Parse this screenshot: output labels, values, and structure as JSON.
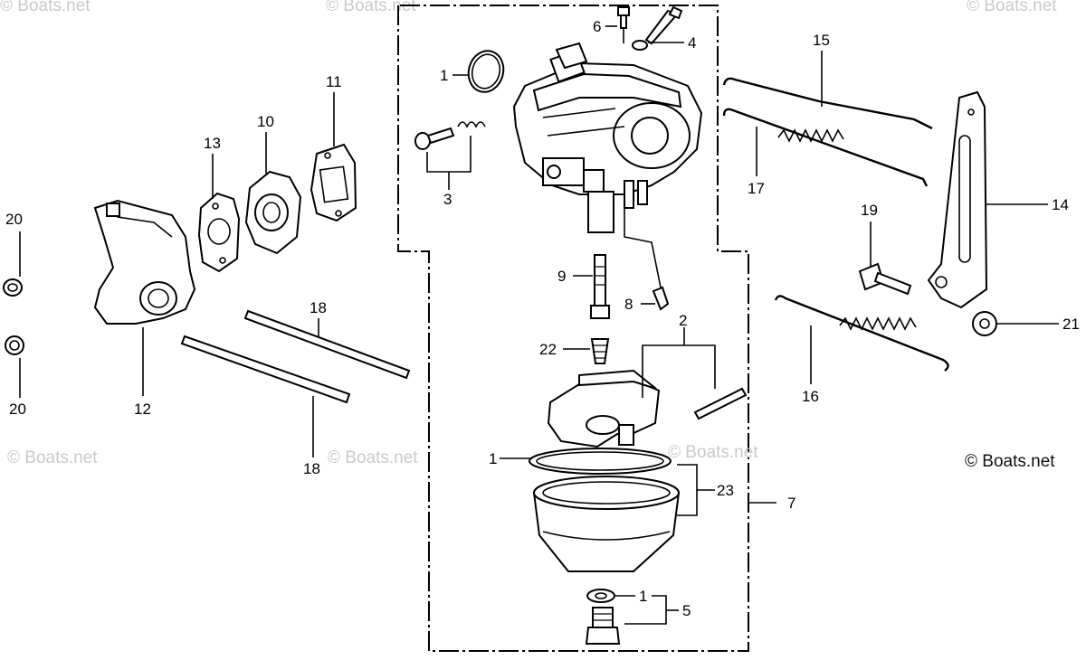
{
  "watermarks": {
    "left": "© Boats.net",
    "mid": "© Boats.net",
    "center": "© Boats.net",
    "right": "© Boats.net",
    "top_left": "© Boats.net",
    "top_mid": "© Boats.net",
    "top_right": "© Boats.net"
  },
  "callouts": {
    "c1_top": "1",
    "c1_mid": "1",
    "c1_bottom": "1",
    "c2": "2",
    "c3": "3",
    "c4": "4",
    "c5": "5",
    "c6": "6",
    "c7": "7",
    "c8": "8",
    "c9": "9",
    "c10": "10",
    "c11": "11",
    "c12": "12",
    "c13": "13",
    "c14": "14",
    "c15": "15",
    "c16": "16",
    "c17": "17",
    "c18_top": "18",
    "c18_bottom": "18",
    "c19": "19",
    "c20_top": "20",
    "c20_bottom": "20",
    "c21": "21",
    "c22": "22",
    "c23": "23"
  }
}
